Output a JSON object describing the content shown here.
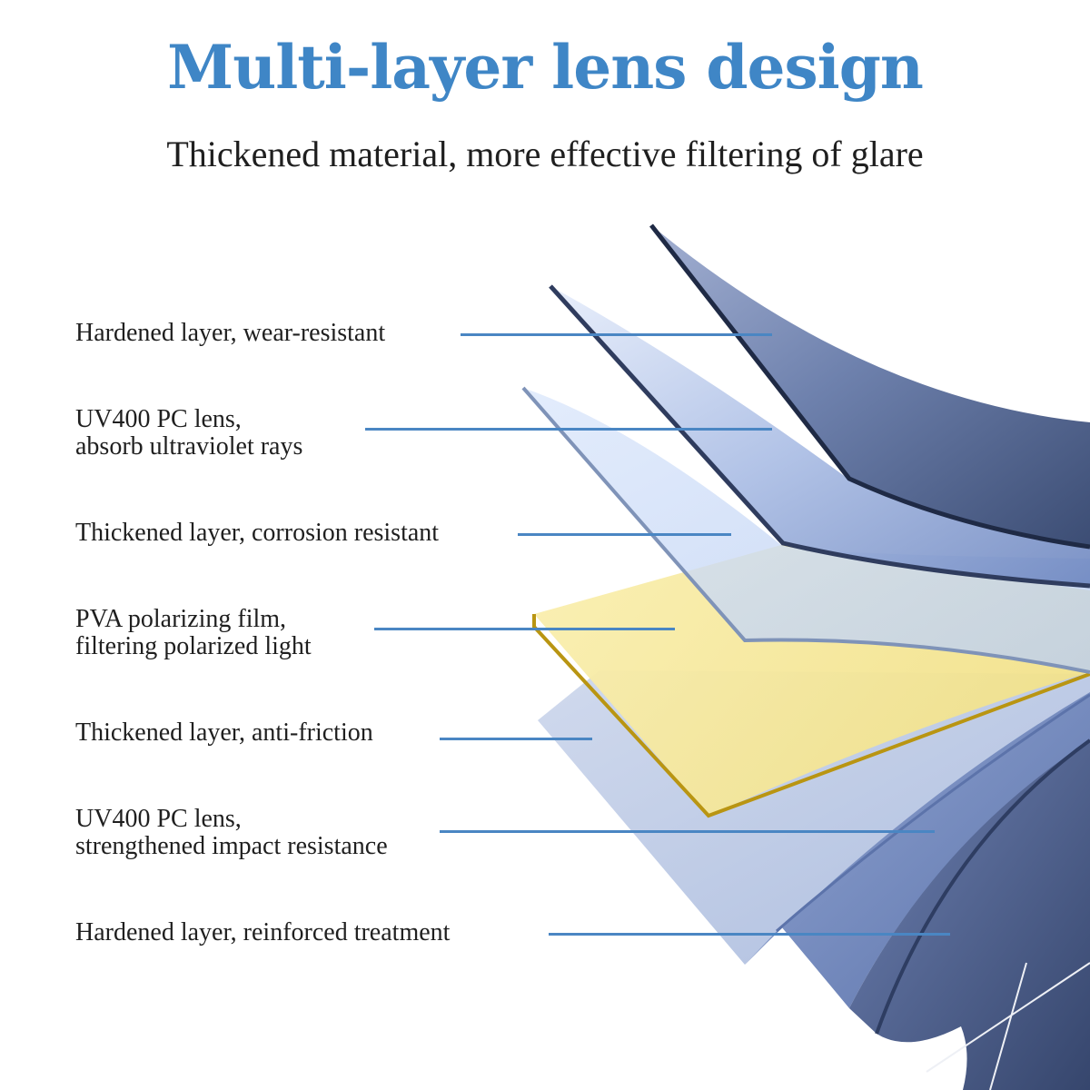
{
  "header": {
    "title": "Multi-layer lens design",
    "subtitle": "Thickened material, more effective filtering of glare"
  },
  "layers": [
    {
      "lines": [
        "Hardened layer, wear-resistant"
      ]
    },
    {
      "lines": [
        "UV400 PC lens,",
        "absorb ultraviolet rays"
      ]
    },
    {
      "lines": [
        "Thickened layer, corrosion resistant"
      ]
    },
    {
      "lines": [
        "PVA polarizing film,",
        "filtering polarized light"
      ]
    },
    {
      "lines": [
        "Thickened layer, anti-friction"
      ]
    },
    {
      "lines": [
        "UV400 PC lens,",
        "strengthened impact resistance"
      ]
    },
    {
      "lines": [
        "Hardened layer, reinforced treatment"
      ]
    }
  ],
  "colors": {
    "title": "#3f86c6",
    "leader_line": "#4a86c3",
    "dark_layer": "#44577f",
    "blue_layer": "#7f95c6",
    "light_blue_layer": "#c4d5f3",
    "polarizing_film": "#f7ea9c",
    "film_edge": "#b99512"
  }
}
